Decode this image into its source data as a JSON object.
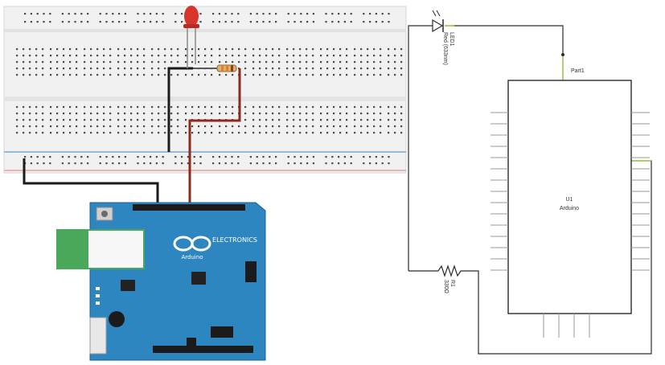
{
  "breadboard_view": {
    "arduino": {
      "logo_text": "ARDUINO",
      "brand_text": "Arduino",
      "model_text": "ELECTRONICS",
      "color": "#2e86c1"
    },
    "led_color": "#d9342b",
    "wire_colors": {
      "ground": "#1b1b1b",
      "signal": "#8b2b1f",
      "rail_blue": "#6fa8dc",
      "rail_red": "#e8a0a0"
    }
  },
  "schematic": {
    "led": {
      "ref": "LED1",
      "value": "Red (633nm)"
    },
    "resistor": {
      "ref": "R1",
      "value": "330Ω"
    },
    "part_label": "Part1",
    "ic": {
      "ref": "U1",
      "name": "Arduino"
    },
    "line_color": "#2b2b2b",
    "net_color": "#9acd32"
  }
}
